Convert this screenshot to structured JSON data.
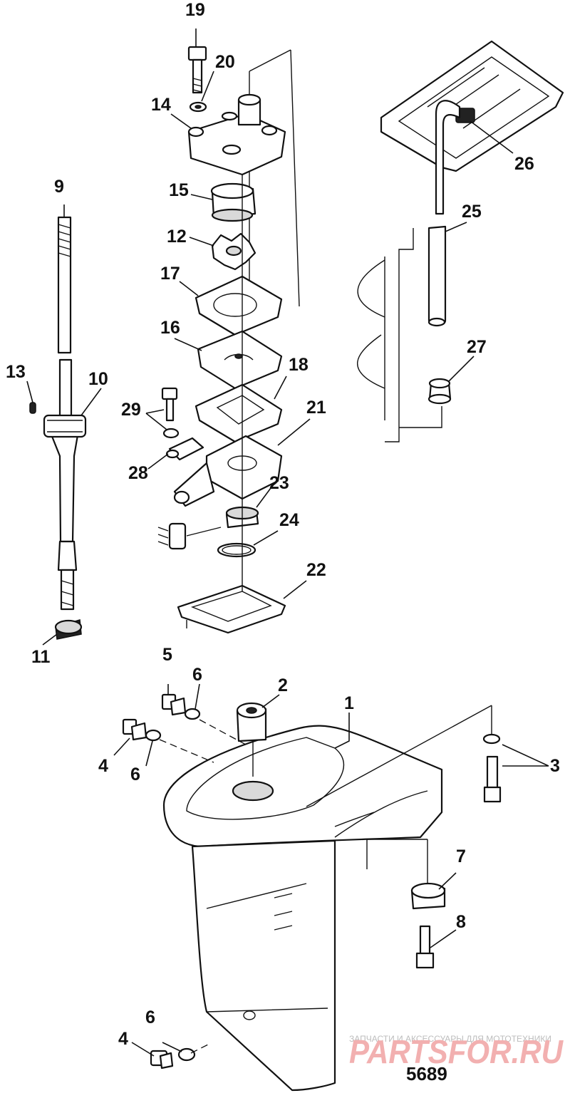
{
  "callouts": [
    {
      "label": "1"
    },
    {
      "label": "2"
    },
    {
      "label": "3"
    },
    {
      "label": "4"
    },
    {
      "label": "4"
    },
    {
      "label": "5"
    },
    {
      "label": "6"
    },
    {
      "label": "6"
    },
    {
      "label": "6"
    },
    {
      "label": "7"
    },
    {
      "label": "8"
    },
    {
      "label": "9"
    },
    {
      "label": "10"
    },
    {
      "label": "11"
    },
    {
      "label": "12"
    },
    {
      "label": "13"
    },
    {
      "label": "14"
    },
    {
      "label": "15"
    },
    {
      "label": "16"
    },
    {
      "label": "17"
    },
    {
      "label": "18"
    },
    {
      "label": "19"
    },
    {
      "label": "20"
    },
    {
      "label": "21"
    },
    {
      "label": "22"
    },
    {
      "label": "23"
    },
    {
      "label": "24"
    },
    {
      "label": "25"
    },
    {
      "label": "26"
    },
    {
      "label": "27"
    },
    {
      "label": "28"
    },
    {
      "label": "29"
    }
  ],
  "figure_number": "5689",
  "watermark": {
    "tagline": "ЗАПЧАСТИ И АКСЕССУАРЫ ДЛЯ МОТОТЕХНИКИ",
    "brand": "PARTSFOR.RU",
    "color": "#f2b0b0"
  }
}
